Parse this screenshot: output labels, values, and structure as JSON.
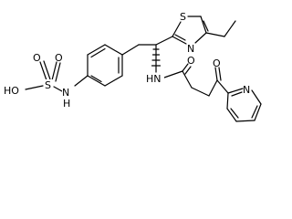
{
  "structure": {
    "atoms": {
      "ho": "HO",
      "s_sulfonyl": "S",
      "o_top_left": "O",
      "o_top_right": "O",
      "nh_sulfamate": "N",
      "h_sulfamate": "H",
      "s_thiazole": "S",
      "n_thiazole": "N",
      "hn_amide": "HN",
      "o_amide": "O",
      "o_ketone": "O",
      "n_pyridine": "N"
    }
  }
}
